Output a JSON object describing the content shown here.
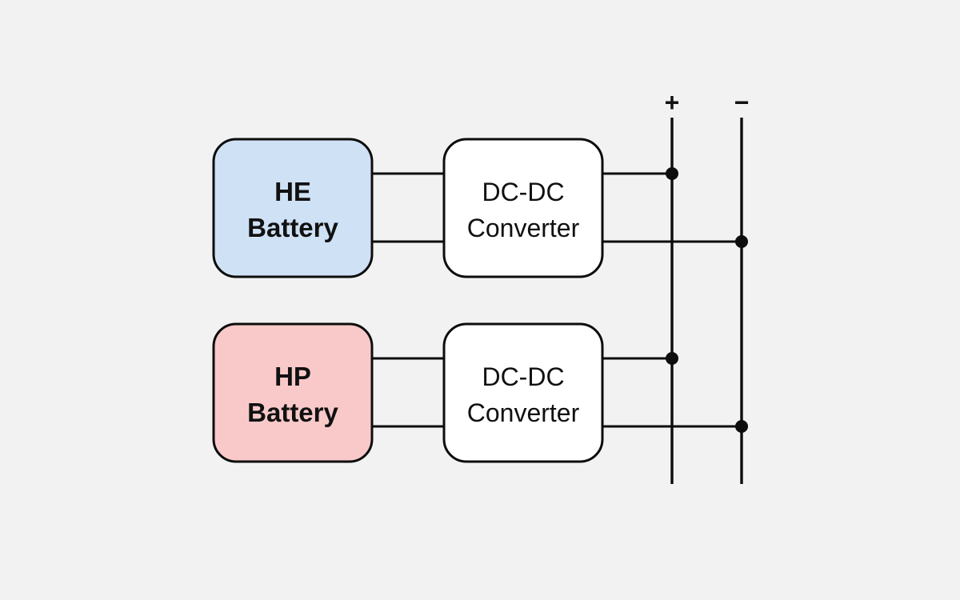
{
  "canvas": {
    "background": "#f2f2f3",
    "stroke": "#0d0d0d",
    "dot_color": "#0d0d0d"
  },
  "blocks": {
    "he_battery": {
      "line1": "HE",
      "line2": "Battery",
      "fill": "#cfe1f5"
    },
    "dcdc_top": {
      "line1": "DC-DC",
      "line2": "Converter",
      "fill": "#ffffff"
    },
    "hp_battery": {
      "line1": "HP",
      "line2": "Battery",
      "fill": "#f9c9c9"
    },
    "dcdc_bottom": {
      "line1": "DC-DC",
      "line2": "Converter",
      "fill": "#ffffff"
    }
  },
  "buses": {
    "positive": {
      "label": "+"
    },
    "negative": {
      "label": "−"
    }
  }
}
